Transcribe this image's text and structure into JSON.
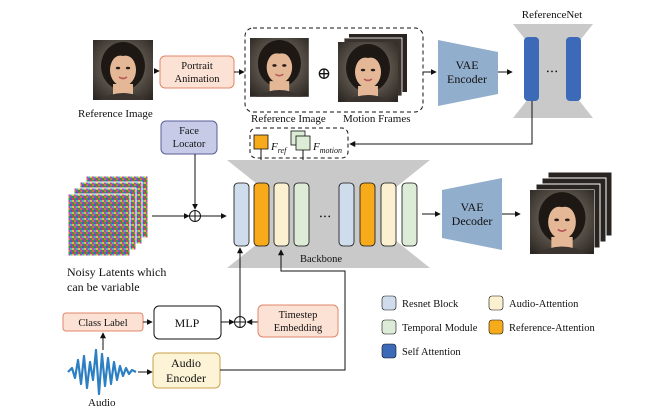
{
  "labels": {
    "reference_image": "Reference Image",
    "portrait_animation": [
      "Portrait",
      "Animation"
    ],
    "reference_image_inner": "Reference Image",
    "motion_frames": "Motion Frames",
    "vae_encoder": [
      "VAE",
      "Encoder"
    ],
    "referencenet": "ReferenceNet",
    "face_locator": [
      "Face",
      "Locator"
    ],
    "f_ref": "F",
    "f_ref_sub": "ref",
    "f_motion": "F",
    "f_motion_sub": "motion",
    "vae_decoder": [
      "VAE",
      "Decoder"
    ],
    "noisy_latents": [
      "Noisy Latents which",
      "can be variable"
    ],
    "backbone": "Backbone",
    "class_label": "Class Label",
    "mlp": "MLP",
    "timestep_embedding": [
      "Timestep",
      "Embedding"
    ],
    "audio_encoder": [
      "Audio",
      "Encoder"
    ],
    "audio": "Audio",
    "plus": "⊕",
    "dots": "• • •"
  },
  "legend": [
    {
      "label": "Resnet Block",
      "color": "#cfdcec"
    },
    {
      "label": "Audio-Attention",
      "color": "#fbf0cf"
    },
    {
      "label": "Temporal Module",
      "color": "#dcecd6"
    },
    {
      "label": "Reference-Attention",
      "color": "#f7ab1b"
    },
    {
      "label": "Self Attention",
      "color": "#3c6ab8"
    }
  ],
  "colors": {
    "peach": "#fbe2d5",
    "peach_border": "#e0876a",
    "lavender": "#c7cbe8",
    "lavender_border": "#5a5f99",
    "vae": "#92aecd",
    "unet_gray": "#c9c9c9",
    "cream": "#fdf3d6",
    "cream_border": "#c9a24a",
    "self_attention": "#3c6ab8",
    "reference_attention": "#f7ab1b",
    "resnet": "#cfdcec",
    "temporal": "#dcecd6",
    "audio_attention": "#fbf0cf",
    "audio_wave": "#2b7fc2"
  }
}
